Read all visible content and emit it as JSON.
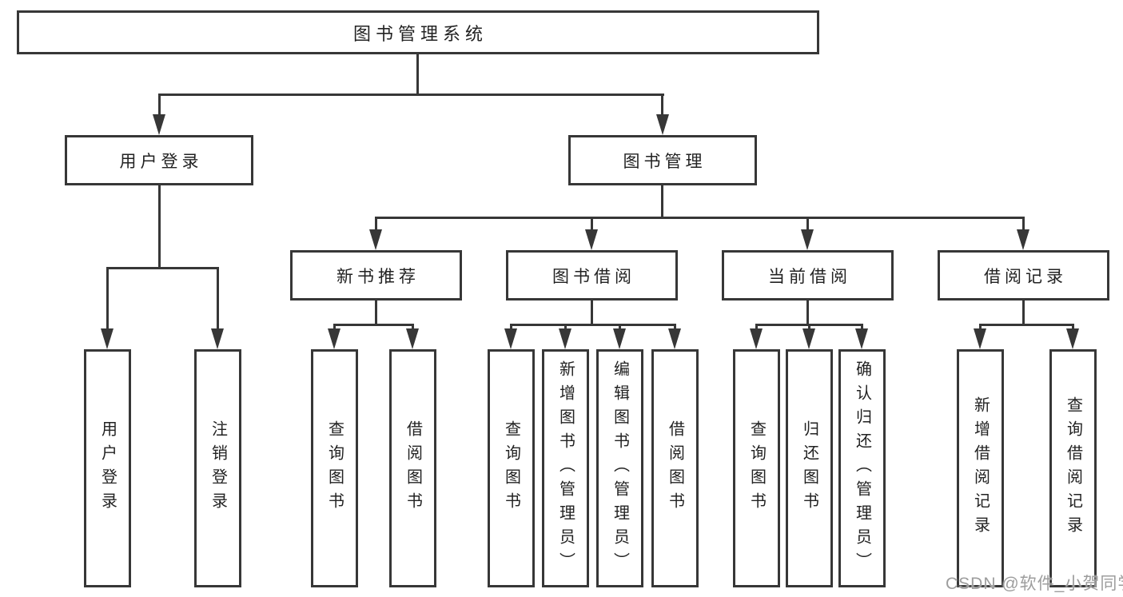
{
  "root": {
    "label": "图书管理系统"
  },
  "level2": {
    "user_login": {
      "label": "用户登录"
    },
    "book_mgmt": {
      "label": "图书管理"
    }
  },
  "level3": {
    "new_books": {
      "label": "新书推荐"
    },
    "book_borrow": {
      "label": "图书借阅"
    },
    "current_borrow": {
      "label": "当前借阅"
    },
    "borrow_records": {
      "label": "借阅记录"
    }
  },
  "leaves": {
    "user_login": {
      "label": "用户登录"
    },
    "logout": {
      "label": "注销登录"
    },
    "newbooks_query": {
      "label": "查询图书"
    },
    "newbooks_borrow": {
      "label": "借阅图书"
    },
    "borrow_query": {
      "label": "查询图书"
    },
    "borrow_add": {
      "label": "新增图书（管理员）"
    },
    "borrow_edit": {
      "label": "编辑图书（管理员）"
    },
    "borrow_borrow": {
      "label": "借阅图书"
    },
    "current_query": {
      "label": "查询图书"
    },
    "current_return": {
      "label": "归还图书"
    },
    "current_confirm": {
      "label": "确认归还（管理员）"
    },
    "records_add": {
      "label": "新增借阅记录"
    },
    "records_query": {
      "label": "查询借阅记录"
    }
  },
  "watermark": {
    "text": "CSDN @软件_小贺同学"
  },
  "colors": {
    "line": "#373737",
    "text": "#222222",
    "watermark": "#9d9d9d",
    "background": "#ffffff"
  }
}
